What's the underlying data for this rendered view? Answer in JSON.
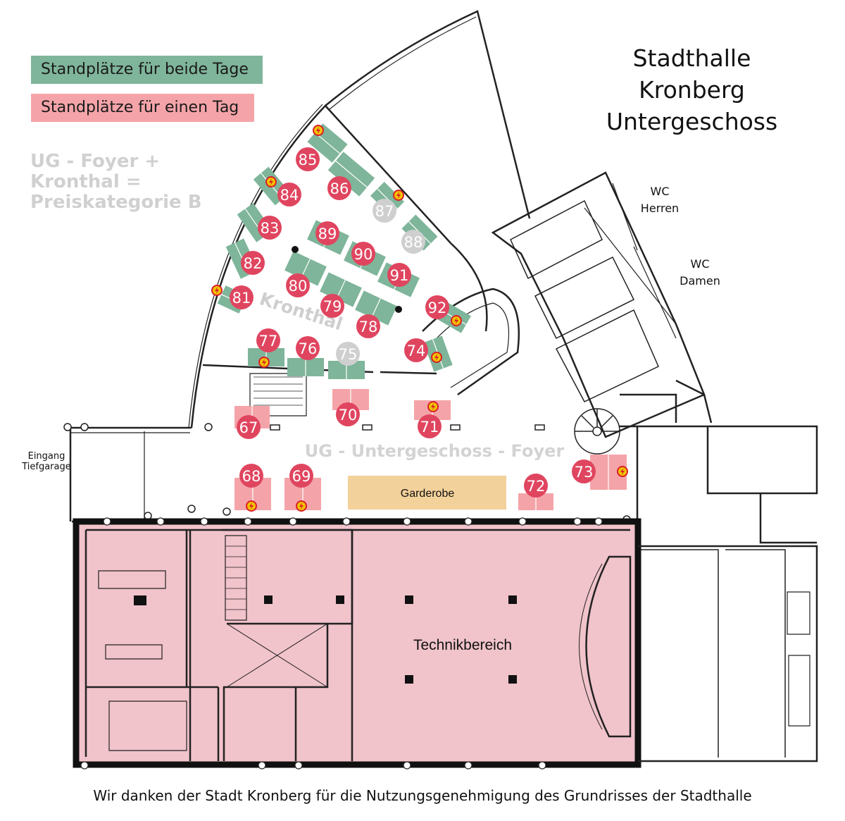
{
  "legend": {
    "both_days_label": "Standplätze für beide Tage",
    "one_day_label": "Standplätze für einen Tag",
    "both_days_color": "#7fb59a",
    "one_day_color": "#f4a4a9"
  },
  "title": {
    "line1": "Stadthalle",
    "line2": "Kronberg",
    "line3": "Untergeschoss"
  },
  "price_note": {
    "line1": "UG - Foyer +",
    "line2": "Kronthal =",
    "line3": "Preiskategorie B"
  },
  "areas": {
    "kronthal": "Kronthal",
    "foyer": "UG - Untergeschoss - Foyer",
    "garderobe": "Garderobe",
    "technik": "Technikbereich",
    "entrance": "Eingang\nTiefgarage",
    "wc_men": "WC\nHerren",
    "wc_women": "WC\nDamen"
  },
  "stands": [
    {
      "number": "67",
      "status": "booked",
      "power": false
    },
    {
      "number": "68",
      "status": "booked",
      "power": true
    },
    {
      "number": "69",
      "status": "booked",
      "power": true
    },
    {
      "number": "70",
      "status": "booked",
      "power": false
    },
    {
      "number": "71",
      "status": "booked",
      "power": true
    },
    {
      "number": "72",
      "status": "booked",
      "power": false
    },
    {
      "number": "73",
      "status": "booked",
      "power": true
    },
    {
      "number": "74",
      "status": "booked",
      "power": true
    },
    {
      "number": "75",
      "status": "free",
      "power": false
    },
    {
      "number": "76",
      "status": "booked",
      "power": false
    },
    {
      "number": "77",
      "status": "booked",
      "power": true
    },
    {
      "number": "78",
      "status": "booked",
      "power": false
    },
    {
      "number": "79",
      "status": "booked",
      "power": false
    },
    {
      "number": "80",
      "status": "booked",
      "power": false
    },
    {
      "number": "81",
      "status": "booked",
      "power": true
    },
    {
      "number": "82",
      "status": "booked",
      "power": false
    },
    {
      "number": "83",
      "status": "booked",
      "power": false
    },
    {
      "number": "84",
      "status": "booked",
      "power": true
    },
    {
      "number": "85",
      "status": "booked",
      "power": true
    },
    {
      "number": "86",
      "status": "booked",
      "power": false
    },
    {
      "number": "87",
      "status": "free",
      "power": true
    },
    {
      "number": "88",
      "status": "free",
      "power": false
    },
    {
      "number": "89",
      "status": "booked",
      "power": false
    },
    {
      "number": "90",
      "status": "booked",
      "power": false
    },
    {
      "number": "91",
      "status": "booked",
      "power": false
    },
    {
      "number": "92",
      "status": "booked",
      "power": true
    }
  ],
  "colors": {
    "booked_marker": "#e0455f",
    "free_marker": "#cfcfcf",
    "technik_fill": "#f1c3cb",
    "garderobe_fill": "#f3d19a",
    "power_icon": "#f2c200"
  },
  "footer": "Wir danken der Stadt Kronberg für die Nutzungsgenehmigung des Grundrisses der Stadthalle"
}
